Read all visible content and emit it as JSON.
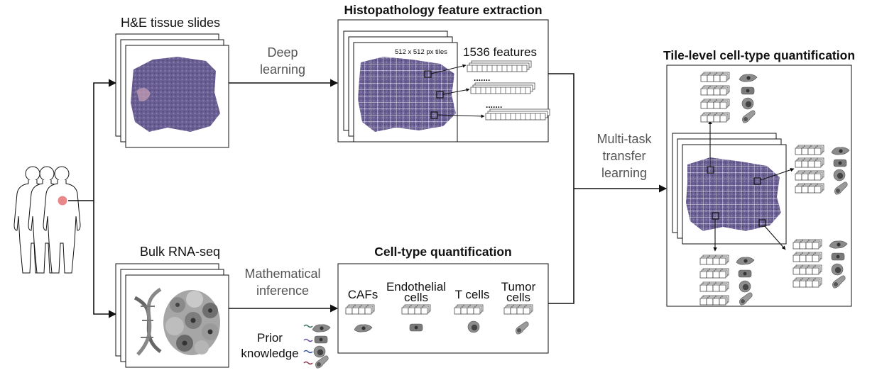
{
  "labels": {
    "he_slides": "H&E tissue slides",
    "deep_learning_1": "Deep",
    "deep_learning_2": "learning",
    "feature_extraction_title": "Histopathology feature extraction",
    "tiles_label": "512 x 512 px tiles",
    "features_label": "1536 features",
    "bulk_rnaseq": "Bulk RNA-seq",
    "math_inference_1": "Mathematical",
    "math_inference_2": "inference",
    "prior_knowledge_1": "Prior",
    "prior_knowledge_2": "knowledge",
    "celltype_quant_title": "Cell-type quantification",
    "cafs": "CAFs",
    "endothelial_1": "Endothelial",
    "endothelial_2": "cells",
    "tcells": "T cells",
    "tumor_1": "Tumor",
    "tumor_2": "cells",
    "multitask_1": "Multi-task",
    "multitask_2": "transfer",
    "multitask_3": "learning",
    "tile_level_title": "Tile-level cell-type quantification",
    "dots": "......."
  },
  "colors": {
    "tissue": "#6f6496",
    "tissue_pink": "#c9a1b8",
    "figure_dot": "#e8888a",
    "dna_1": "#2f6b4f",
    "dna_2": "#6a4a9a",
    "dna_3": "#3a4fa0",
    "dna_4": "#8a3040"
  },
  "icons": [
    "people-icon",
    "dna-helix-icon",
    "tumor-cells-icon",
    "fibroblast-cell-icon",
    "endothelial-cell-icon",
    "t-cell-icon",
    "tumor-cell-icon"
  ]
}
